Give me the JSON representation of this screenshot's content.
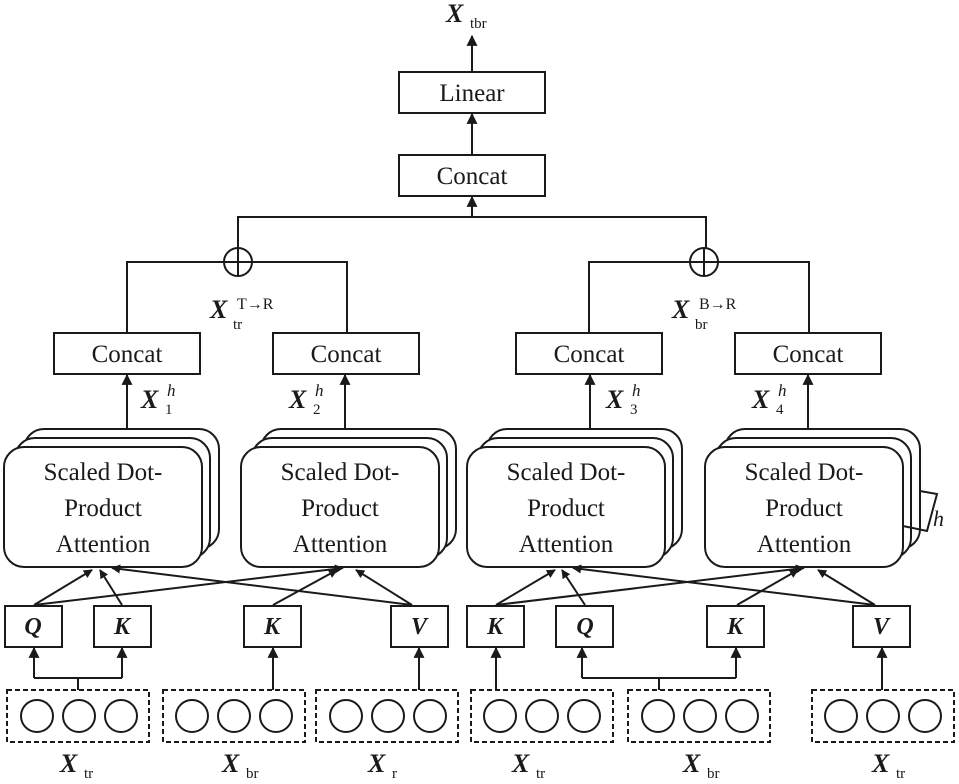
{
  "diagram": {
    "output": {
      "symbol": "X",
      "subscript": "tbr"
    },
    "linear_label": "Linear",
    "top_concat_label": "Concat",
    "fusion_labels": [
      {
        "symbol": "X",
        "subscript": "tr",
        "superscript": "T→R"
      },
      {
        "symbol": "X",
        "subscript": "br",
        "superscript": "B→R"
      }
    ],
    "head_concats": [
      {
        "label": "Concat",
        "head": {
          "symbol": "X",
          "subscript": "1",
          "superscript": "h"
        }
      },
      {
        "label": "Concat",
        "head": {
          "symbol": "X",
          "subscript": "2",
          "superscript": "h"
        }
      },
      {
        "label": "Concat",
        "head": {
          "symbol": "X",
          "subscript": "3",
          "superscript": "h"
        }
      },
      {
        "label": "Concat",
        "head": {
          "symbol": "X",
          "subscript": "4",
          "superscript": "h"
        }
      }
    ],
    "attention_blocks": [
      {
        "line1": "Scaled Dot-",
        "line2": "Product",
        "line3": "Attention"
      },
      {
        "line1": "Scaled Dot-",
        "line2": "Product",
        "line3": "Attention"
      },
      {
        "line1": "Scaled Dot-",
        "line2": "Product",
        "line3": "Attention"
      },
      {
        "line1": "Scaled Dot-",
        "line2": "Product",
        "line3": "Attention"
      }
    ],
    "heads_label": "h",
    "projections": [
      "Q",
      "K",
      "K",
      "V",
      "K",
      "Q",
      "K",
      "V"
    ],
    "inputs": [
      {
        "symbol": "X",
        "subscript": "tr"
      },
      {
        "symbol": "X",
        "subscript": "br"
      },
      {
        "symbol": "X",
        "subscript": "r"
      },
      {
        "symbol": "X",
        "subscript": "tr"
      },
      {
        "symbol": "X",
        "subscript": "br"
      },
      {
        "symbol": "X",
        "subscript": "tr"
      }
    ],
    "colors": {
      "stroke": "#1a1a1a",
      "background": "#ffffff"
    }
  }
}
